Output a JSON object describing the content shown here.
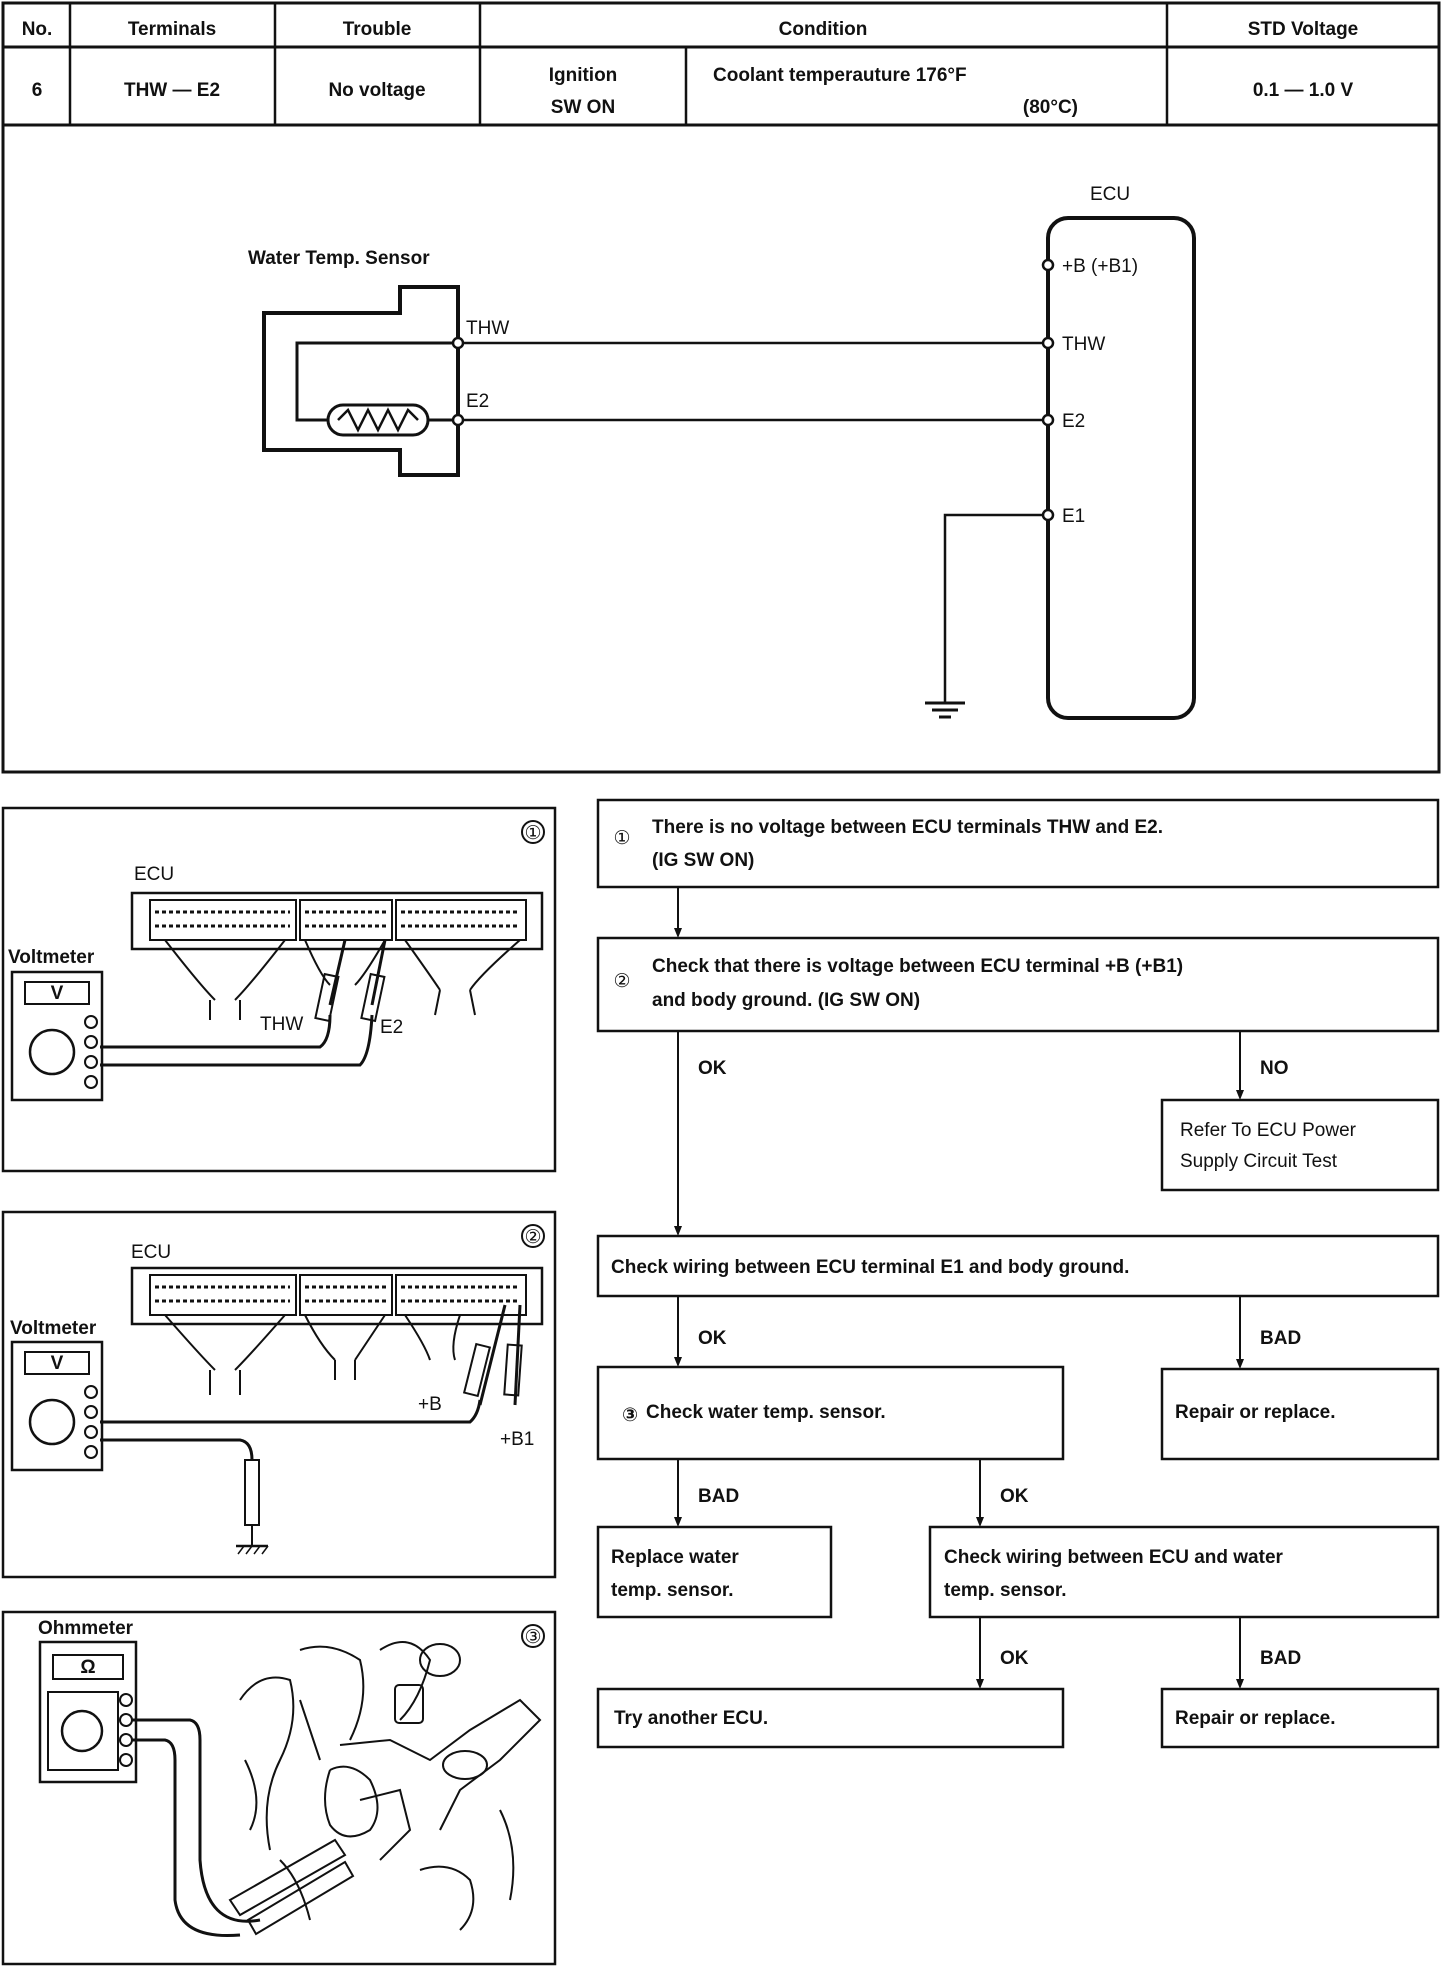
{
  "table": {
    "headers": [
      "No.",
      "Terminals",
      "Trouble",
      "Condition",
      "STD Voltage"
    ],
    "row": {
      "no": "6",
      "terminals": "THW — E2",
      "trouble": "No voltage",
      "condition_ig_line1": "Ignition",
      "condition_ig_line2": "SW ON",
      "condition_temp_line1": "Coolant temperauture 176°F",
      "condition_temp_line2": "(80°C)",
      "std_voltage": "0.1 — 1.0 V"
    }
  },
  "circuit": {
    "sensor_label": "Water Temp. Sensor",
    "sensor_terminal_thw": "THW",
    "sensor_terminal_e2": "E2",
    "ecu_label": "ECU",
    "ecu_terminals": [
      "+B (+B1)",
      "THW",
      "E2",
      "E1"
    ]
  },
  "illustrations": {
    "fig1": {
      "number": "①",
      "ecu_label": "ECU",
      "meter_label": "Voltmeter",
      "meter_face": "V",
      "probe_labels": [
        "THW",
        "E2"
      ]
    },
    "fig2": {
      "number": "②",
      "ecu_label": "ECU",
      "meter_label": "Voltmeter",
      "meter_face": "V",
      "probe_labels": [
        "+B",
        "+B1"
      ]
    },
    "fig3": {
      "number": "③",
      "meter_label": "Ohmmeter",
      "meter_face": "Ω"
    }
  },
  "flowchart": {
    "step1": {
      "number": "①",
      "line1": "There is no voltage between ECU terminals THW and E2.",
      "line2": "(IG SW ON)"
    },
    "step2": {
      "number": "②",
      "line1": "Check that there is voltage between ECU terminal  +B (+B1)",
      "line2": "and body ground. (IG SW ON)"
    },
    "step2_ok": "OK",
    "step2_no": "NO",
    "power_supply": {
      "line1": "Refer To ECU Power",
      "line2": "Supply Circuit Test"
    },
    "step_e1": "Check wiring between ECU terminal E1 and body ground.",
    "e1_ok": "OK",
    "e1_bad": "BAD",
    "step3": {
      "number": "③",
      "text": "Check water temp. sensor."
    },
    "repair1": "Repair or replace.",
    "step3_bad": "BAD",
    "step3_ok": "OK",
    "replace_sensor": {
      "line1": "Replace water",
      "line2": "temp. sensor."
    },
    "check_wiring": {
      "line1": "Check wiring between ECU and water",
      "line2": "temp. sensor."
    },
    "wiring_ok": "OK",
    "wiring_bad": "BAD",
    "try_ecu": "Try another ECU.",
    "repair2": "Repair or replace."
  }
}
